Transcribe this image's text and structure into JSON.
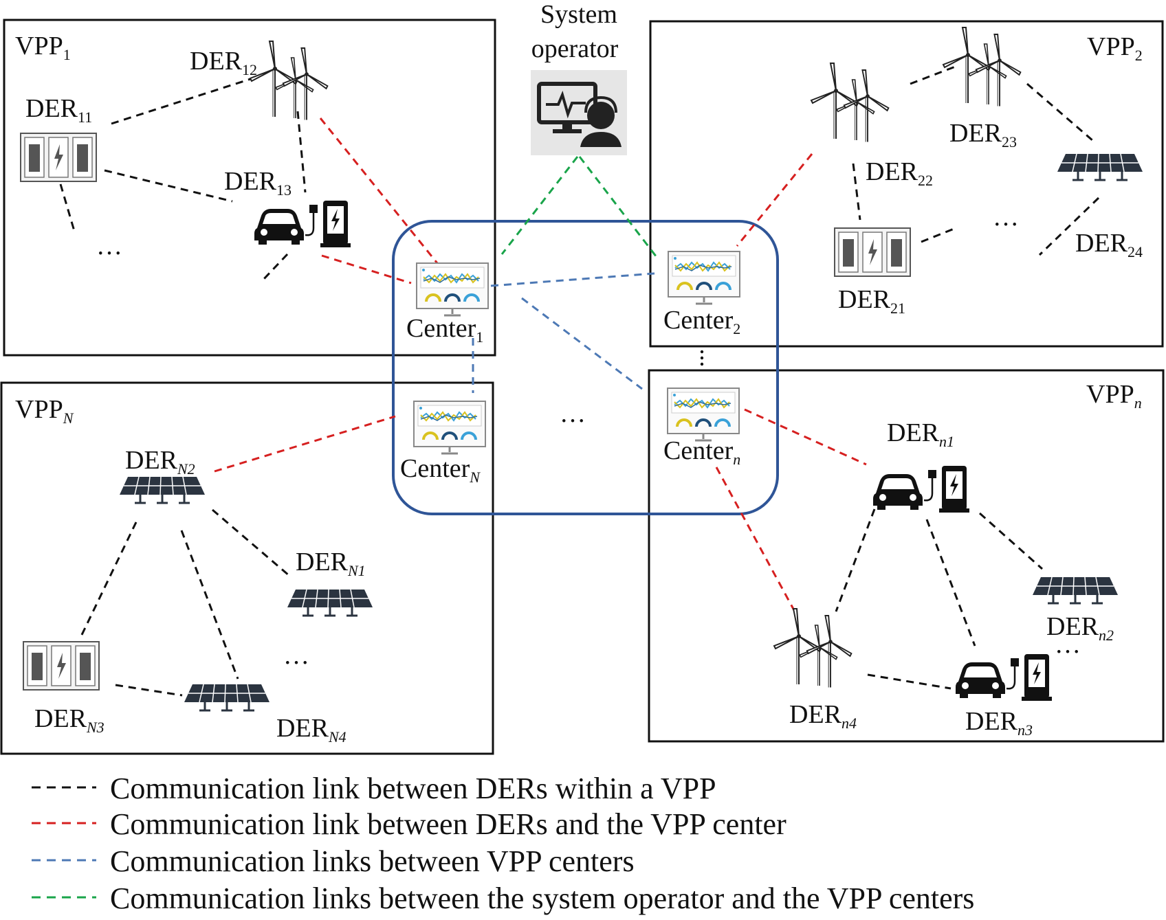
{
  "operator": {
    "line1": "System",
    "line2": "operator"
  },
  "vpps": {
    "vpp1": {
      "base": "VPP",
      "sub": "1"
    },
    "vpp2": {
      "base": "VPP",
      "sub": "2"
    },
    "vppN": {
      "base": "VPP",
      "sub": "N"
    },
    "vppn": {
      "base": "VPP",
      "sub": "n"
    }
  },
  "centers": {
    "c1": {
      "base": "Center",
      "sub": "1"
    },
    "c2": {
      "base": "Center",
      "sub": "2"
    },
    "cN": {
      "base": "Center",
      "sub": "N"
    },
    "cn": {
      "base": "Center",
      "sub": "n"
    }
  },
  "ders": {
    "d11": {
      "base": "DER",
      "sub": "11"
    },
    "d12": {
      "base": "DER",
      "sub": "12"
    },
    "d13": {
      "base": "DER",
      "sub": "13"
    },
    "d21": {
      "base": "DER",
      "sub": "21"
    },
    "d22": {
      "base": "DER",
      "sub": "22"
    },
    "d23": {
      "base": "DER",
      "sub": "23"
    },
    "d24": {
      "base": "DER",
      "sub": "24"
    },
    "dN1": {
      "base": "DER",
      "sub": "N1"
    },
    "dN2": {
      "base": "DER",
      "sub": "N2"
    },
    "dN3": {
      "base": "DER",
      "sub": "N3"
    },
    "dN4": {
      "base": "DER",
      "sub": "N4"
    },
    "dn1": {
      "base": "DER",
      "sub": "n1"
    },
    "dn2": {
      "base": "DER",
      "sub": "n2"
    },
    "dn3": {
      "base": "DER",
      "sub": "n3"
    },
    "dn4": {
      "base": "DER",
      "sub": "n4"
    }
  },
  "ellipsis": "…",
  "legend": [
    {
      "text": "Communication link between DERs within a VPP",
      "color": "#111111"
    },
    {
      "text": "Communication link between DERs and the VPP center",
      "color": "#d62020"
    },
    {
      "text": "Communication links between VPP centers",
      "color": "#4d79b5"
    },
    {
      "text": "Communication links between the system operator and the VPP centers",
      "color": "#19a44a"
    }
  ]
}
